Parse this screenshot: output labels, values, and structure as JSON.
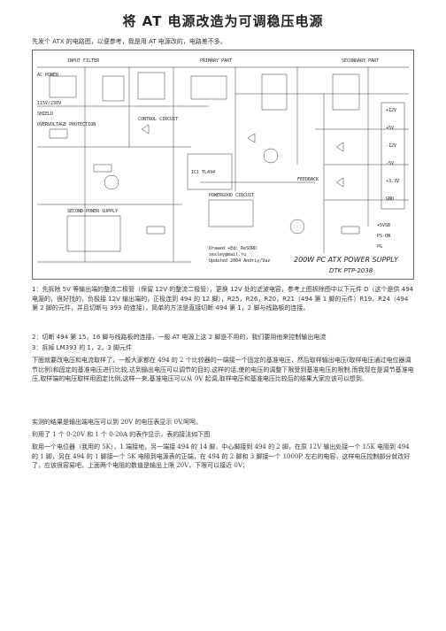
{
  "doc": {
    "title": "将 AT 电源改造为可调稳压电源",
    "intro": "先发个 ATX 的电路图，以便参考，我是用 AT 电源改的，电路差不多。",
    "figure": {
      "caption": "200W PC ATX POWER SUPPLY",
      "model": "DTK PTP-2038",
      "credits": [
        "Drawed +Ed: ReSORD",
        "sesley@mail.ru",
        "Updated 2004 Andriy/Vaz"
      ],
      "labels": {
        "input_filter": "INPUT FILTER",
        "ac_power": "AC POWER",
        "voltage_select": "115V/230V",
        "primary_part": "PRIMARY PART",
        "secondary_part": "SECONDARY PART",
        "shield": "SHIELD",
        "overvoltage": "OVERVOLTAGE PROTECTION",
        "control_circuit": "CONTROL CIRCUIT",
        "second_power_supply": "SECOND POWER SUPPLY",
        "ic_main": "IC1 TL494",
        "powergood": "POWERGOOD CIRCUIT",
        "feedback": "FEEDBACK",
        "vout_12": "+12V",
        "vout_5": "+5V",
        "vout_m12": "-12V",
        "vout_m5": "-5V",
        "vout_33": "+3.3V",
        "gnd": "GND",
        "sb5": "+5VSB",
        "pson": "PS-ON",
        "pg": "PG"
      }
    },
    "paras": [
      "1：先拆除 5V 等输出端的整流二极管（保留 12V 的整流二极管），更换 12V 处的滤波电容，参考上图拆除图中以下元件 D（这个是供 494 电源的，很好找的，负极接 12V 输出端的，正极连到 494 的 12 脚），R25，R26，R20，R21（494 第 1 脚的元件）R19，R24（494 第 2 脚的元件，并且切断与 393 的连接），简单的方法是直接切断 494 第 1，2 脚与线路板的连接。",
      "2：切断 494 第 15，16 脚与线路板的连接，一般 AT 电源上这 2 脚是不用的，我们要用他来控制输出电流",
      "3：拆掉 LM393 的 1，2，3 脚元件",
      "下面就要改电压和电流取样了，一般大家都在 494 的 2 个比较器的一端接一个固定的基准电压，然后取样输出电压(取样电压通过电位器调节比例)和固定的基准电压进行比较,达到输出电压可以调节的目的,这样的话,使的电压的调整下限受到基准电压的限制,而我现在是调节基准电压,取样端的电压取样用固定比例,这样一来,基准电压可以从 0V 起调,取样电压和基准电压比较后的结果大家应该可以想到,",
      "实测的结果是输出端电压可以到 20V 的电压表显示 0V,呵呵。",
      "利用了 1 个 0-20V 和 1 个 0-20A 的表作显示，表的接法如下图",
      "取用一个电位器（我用的 5K），1 端接地，另一端接 494 的 14 脚，中心脚接到 494 的 2 脚，在原 12V 输出处接一个 15K 电阻到 494 的 1 脚，另在 494 的 1 脚接一个 5K 电阻到电源表的正端，在 494 的 2 脚和 3 脚接一个 1000P 左右的电容，这样电压控制部分就改好了，应该很容易吧，上面两个电阻的数值是输出上限 20V，下限可以接近 0V；"
    ]
  }
}
